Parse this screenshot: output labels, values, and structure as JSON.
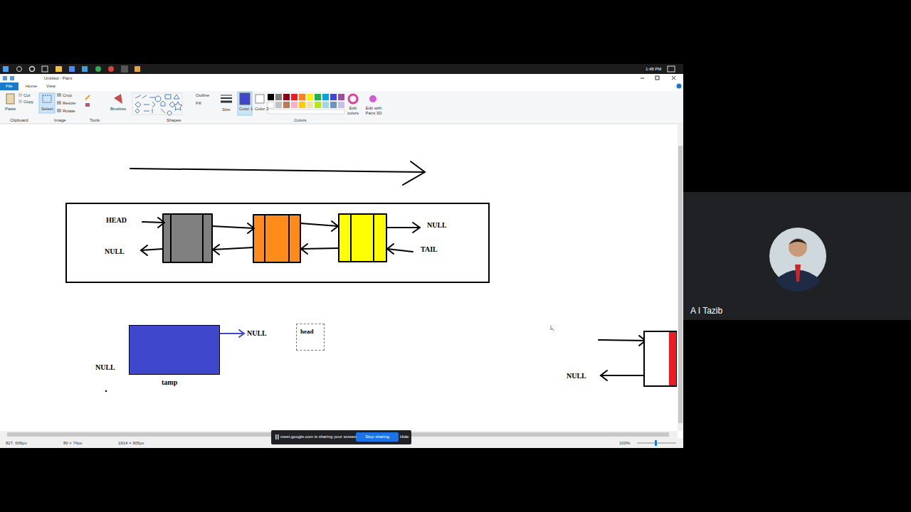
{
  "diagram": {
    "nodes": [
      {
        "text": [
          "HEAD",
          "NULL",
          "NULL",
          "TAIL"
        ]
      },
      {
        "text": [
          "tamp"
        ]
      },
      {
        "text": [
          "head"
        ]
      },
      {
        "text": [
          "Stop sharing"
        ]
      }
    ],
    "labels": [
      "Untitled - Paint",
      "File",
      "Home",
      "View",
      "Paste",
      "Cut",
      "Copy",
      "Select",
      "Crop",
      "Resize",
      "Rotate",
      "Brushes",
      "Outline",
      "Fill",
      "Size",
      "Color 1",
      "Color 2",
      "Edit colors",
      "Edit with Paint 3D",
      "Clipboard",
      "Image",
      "Tools",
      "Shapes",
      "Colors",
      "1:48 PM",
      "NULL",
      "NULL",
      "NULL",
      "827, 606px",
      "80 × 74px",
      "1914 × 905px",
      "100%",
      "meet.google.com is sharing your screen.",
      "Hide",
      "A I Tazib"
    ]
  }
}
